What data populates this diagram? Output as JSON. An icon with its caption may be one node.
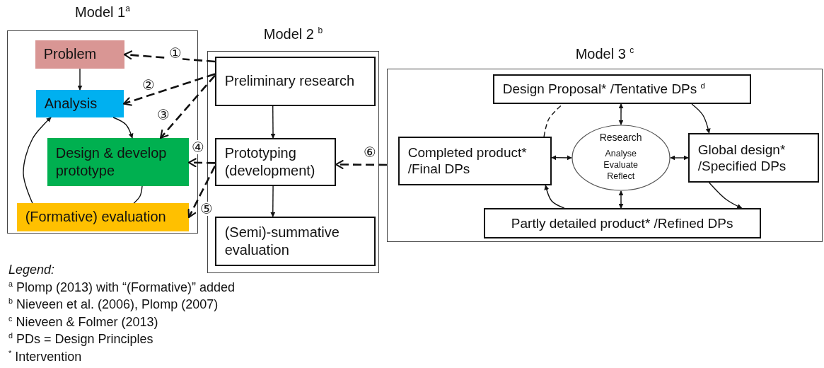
{
  "diagram": {
    "nodes": [
      {
        "text": [
          "Model 1$^{a}$"
        ]
      },
      {
        "text": [
          "Problem"
        ],
        "in": 0
      },
      {
        "text": [
          "Analysis"
        ],
        "in": 0
      },
      {
        "text": [
          "Design & develop prototype"
        ],
        "in": 0
      },
      {
        "text": [
          "(Formative) evaluation"
        ],
        "in": 0
      },
      {
        "text": [
          "Model 2 $^{b}$"
        ]
      },
      {
        "text": [
          "Preliminary research"
        ],
        "in": 5
      },
      {
        "text": [
          "Prototyping (development)"
        ],
        "in": 5
      },
      {
        "text": [
          "(Semi)-summative evaluation"
        ],
        "in": 5
      },
      {
        "text": [
          "Model 3 $^{c}$"
        ]
      },
      {
        "text": [
          "Design Proposal* /Tentative DPs $^{d}$"
        ],
        "in": 9
      },
      {
        "text": [
          "Completed product* /Final DPs"
        ],
        "in": 9
      },
      {
        "text": [
          "Research",
          "Analyse Evaluate Reflect"
        ],
        "in": 9
      },
      {
        "text": [
          "Global design* /Specified DPs"
        ],
        "in": 9
      },
      {
        "text": [
          "Partly detailed product* /Refined DPs"
        ],
        "in": 9
      }
    ],
    "edges": [
      {
        "from": 1,
        "to": 2,
        "arrow": "to"
      },
      {
        "from": 2,
        "to": 3,
        "arrow": "to"
      },
      {
        "from": 3,
        "to": 4,
        "arrow": "none"
      },
      {
        "from": 4,
        "to": 2,
        "arrow": "to"
      },
      {
        "from": 6,
        "to": 1,
        "arrow": "to",
        "label": "①",
        "style": "dashed"
      },
      {
        "from": 6,
        "to": 2,
        "arrow": "to",
        "label": "②",
        "style": "dashed"
      },
      {
        "from": 6,
        "to": 3,
        "arrow": "to",
        "label": "③",
        "style": "dashed"
      },
      {
        "from": 7,
        "to": 3,
        "arrow": "to",
        "label": "④",
        "style": "dashed"
      },
      {
        "from": 7,
        "to": 4,
        "arrow": "to",
        "label": "⑤",
        "style": "dashed"
      },
      {
        "from": 9,
        "to": 7,
        "arrow": "to",
        "label": "⑥",
        "style": "dashed"
      },
      {
        "from": 6,
        "to": 7,
        "arrow": "to"
      },
      {
        "from": 7,
        "to": 8,
        "arrow": "to"
      },
      {
        "from": 12,
        "to": 10,
        "arrow": "both"
      },
      {
        "from": 12,
        "to": 11,
        "arrow": "both"
      },
      {
        "from": 12,
        "to": 13,
        "arrow": "both"
      },
      {
        "from": 12,
        "to": 14,
        "arrow": "both"
      },
      {
        "from": 10,
        "to": 13,
        "arrow": "to"
      },
      {
        "from": 13,
        "to": 14,
        "arrow": "to"
      },
      {
        "from": 14,
        "to": 11,
        "arrow": "to"
      },
      {
        "from": 11,
        "to": 10,
        "arrow": "none",
        "style": "dashed"
      }
    ],
    "labels": [
      "Legend:",
      "$^{a}$ Plomp (2013) with “(Formative)” added",
      "$^{b}$ Nieveen et al. (2006), Plomp (2007)",
      "$^{c}$ Nieveen & Folmer (2013)",
      "$^{d}$ PDs = Design Principles",
      "$^{*}$ Intervention"
    ]
  }
}
